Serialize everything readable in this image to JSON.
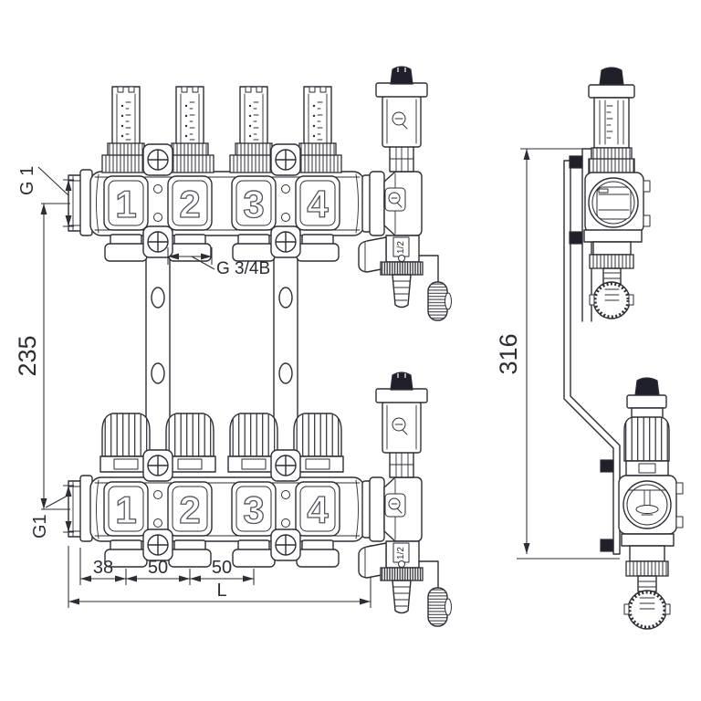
{
  "drawing": {
    "colors": {
      "line": "#2d2d36",
      "cap_fill": "#20202a",
      "background": "#ffffff"
    },
    "icons": {
      "brand_logo": "q-drop-logo",
      "screw": "phillips-screw-icon",
      "arrow": "dimension-arrowhead"
    },
    "labels": {
      "supply_thread": "G 1",
      "manifold_spacing": "235",
      "outlet_thread": "G 3/4B",
      "dim_first_outlet": "38",
      "dim_pitch_1": "50",
      "dim_pitch_2": "50",
      "dim_total_length": "L",
      "dim_total_height": "316",
      "return_thread": "G1",
      "drain_valve_size_supply": "1/2",
      "drain_valve_size_return": "1/2"
    },
    "loop_numbers_supply": [
      "1",
      "2",
      "3",
      "4"
    ],
    "loop_numbers_return": [
      "1",
      "2",
      "3",
      "4"
    ]
  }
}
